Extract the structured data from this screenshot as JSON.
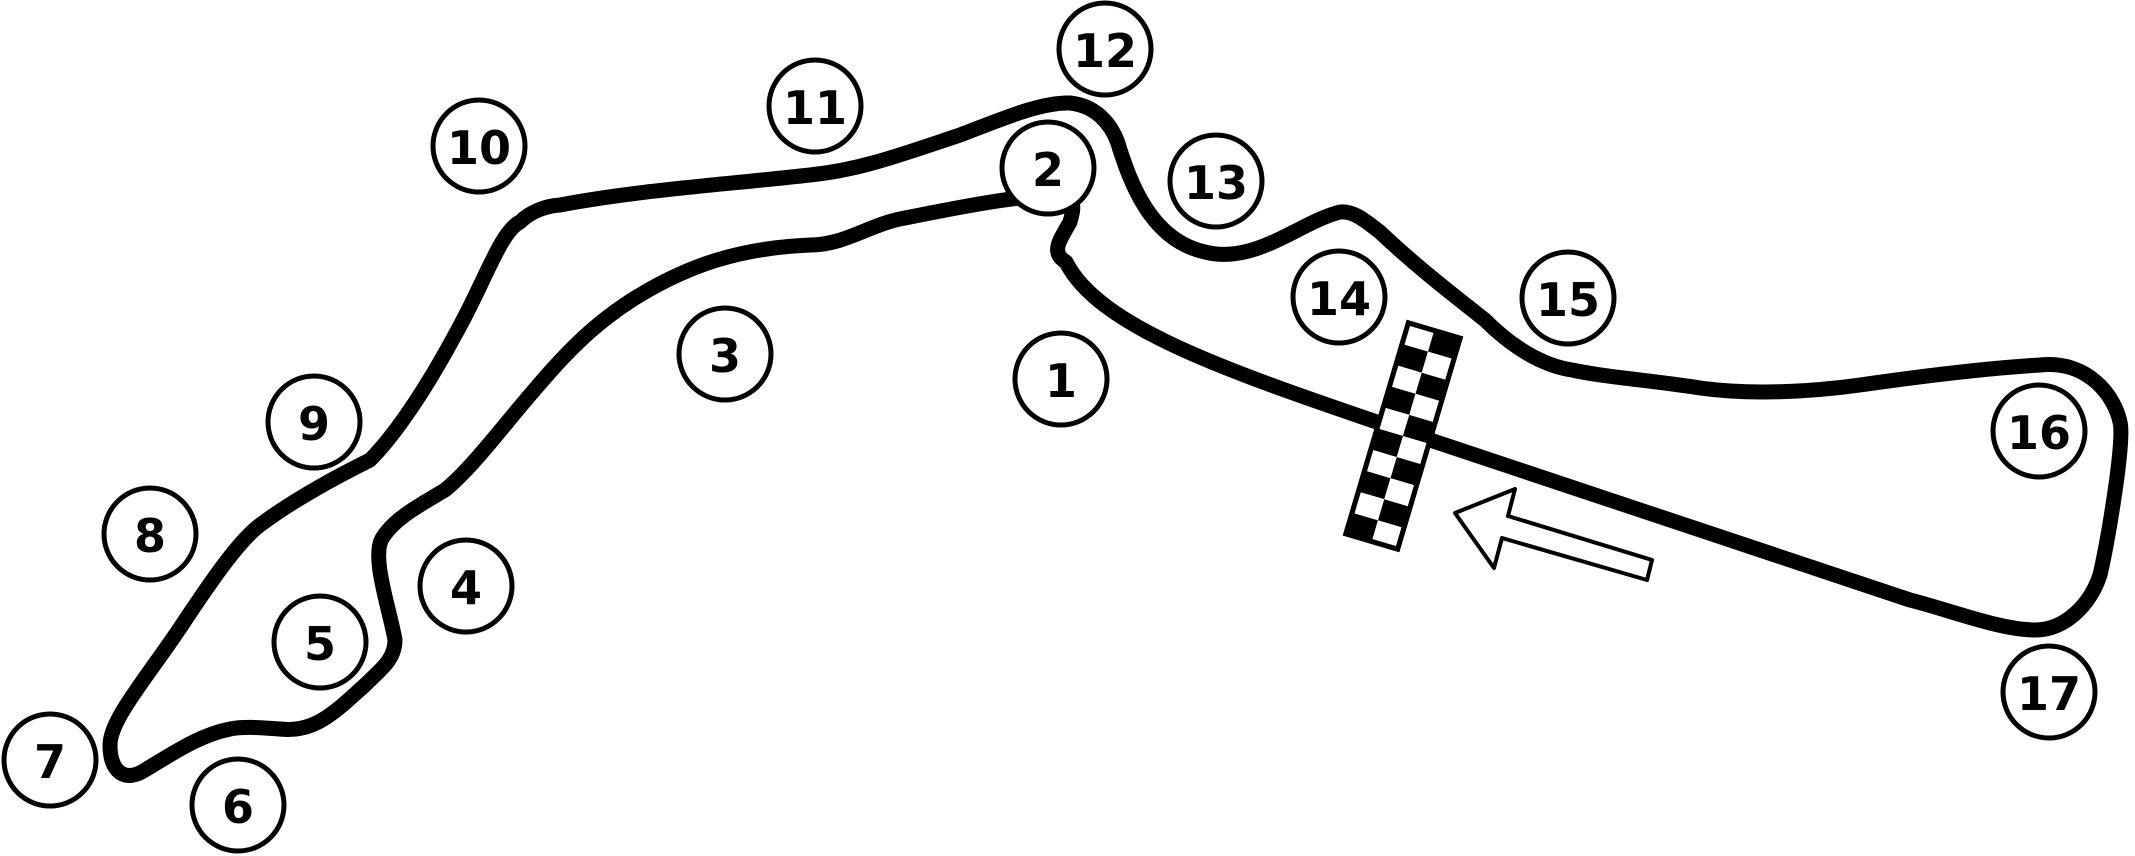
{
  "circuit": {
    "track_color": "#000000",
    "background_color": "#ffffff",
    "corners": [
      "1",
      "2",
      "3",
      "4",
      "5",
      "6",
      "7",
      "8",
      "9",
      "10",
      "11",
      "12",
      "13",
      "14",
      "15",
      "16",
      "17"
    ]
  },
  "start_finish": {
    "icon": "checkered-flag-icon"
  },
  "direction": {
    "icon": "direction-arrow-icon"
  }
}
